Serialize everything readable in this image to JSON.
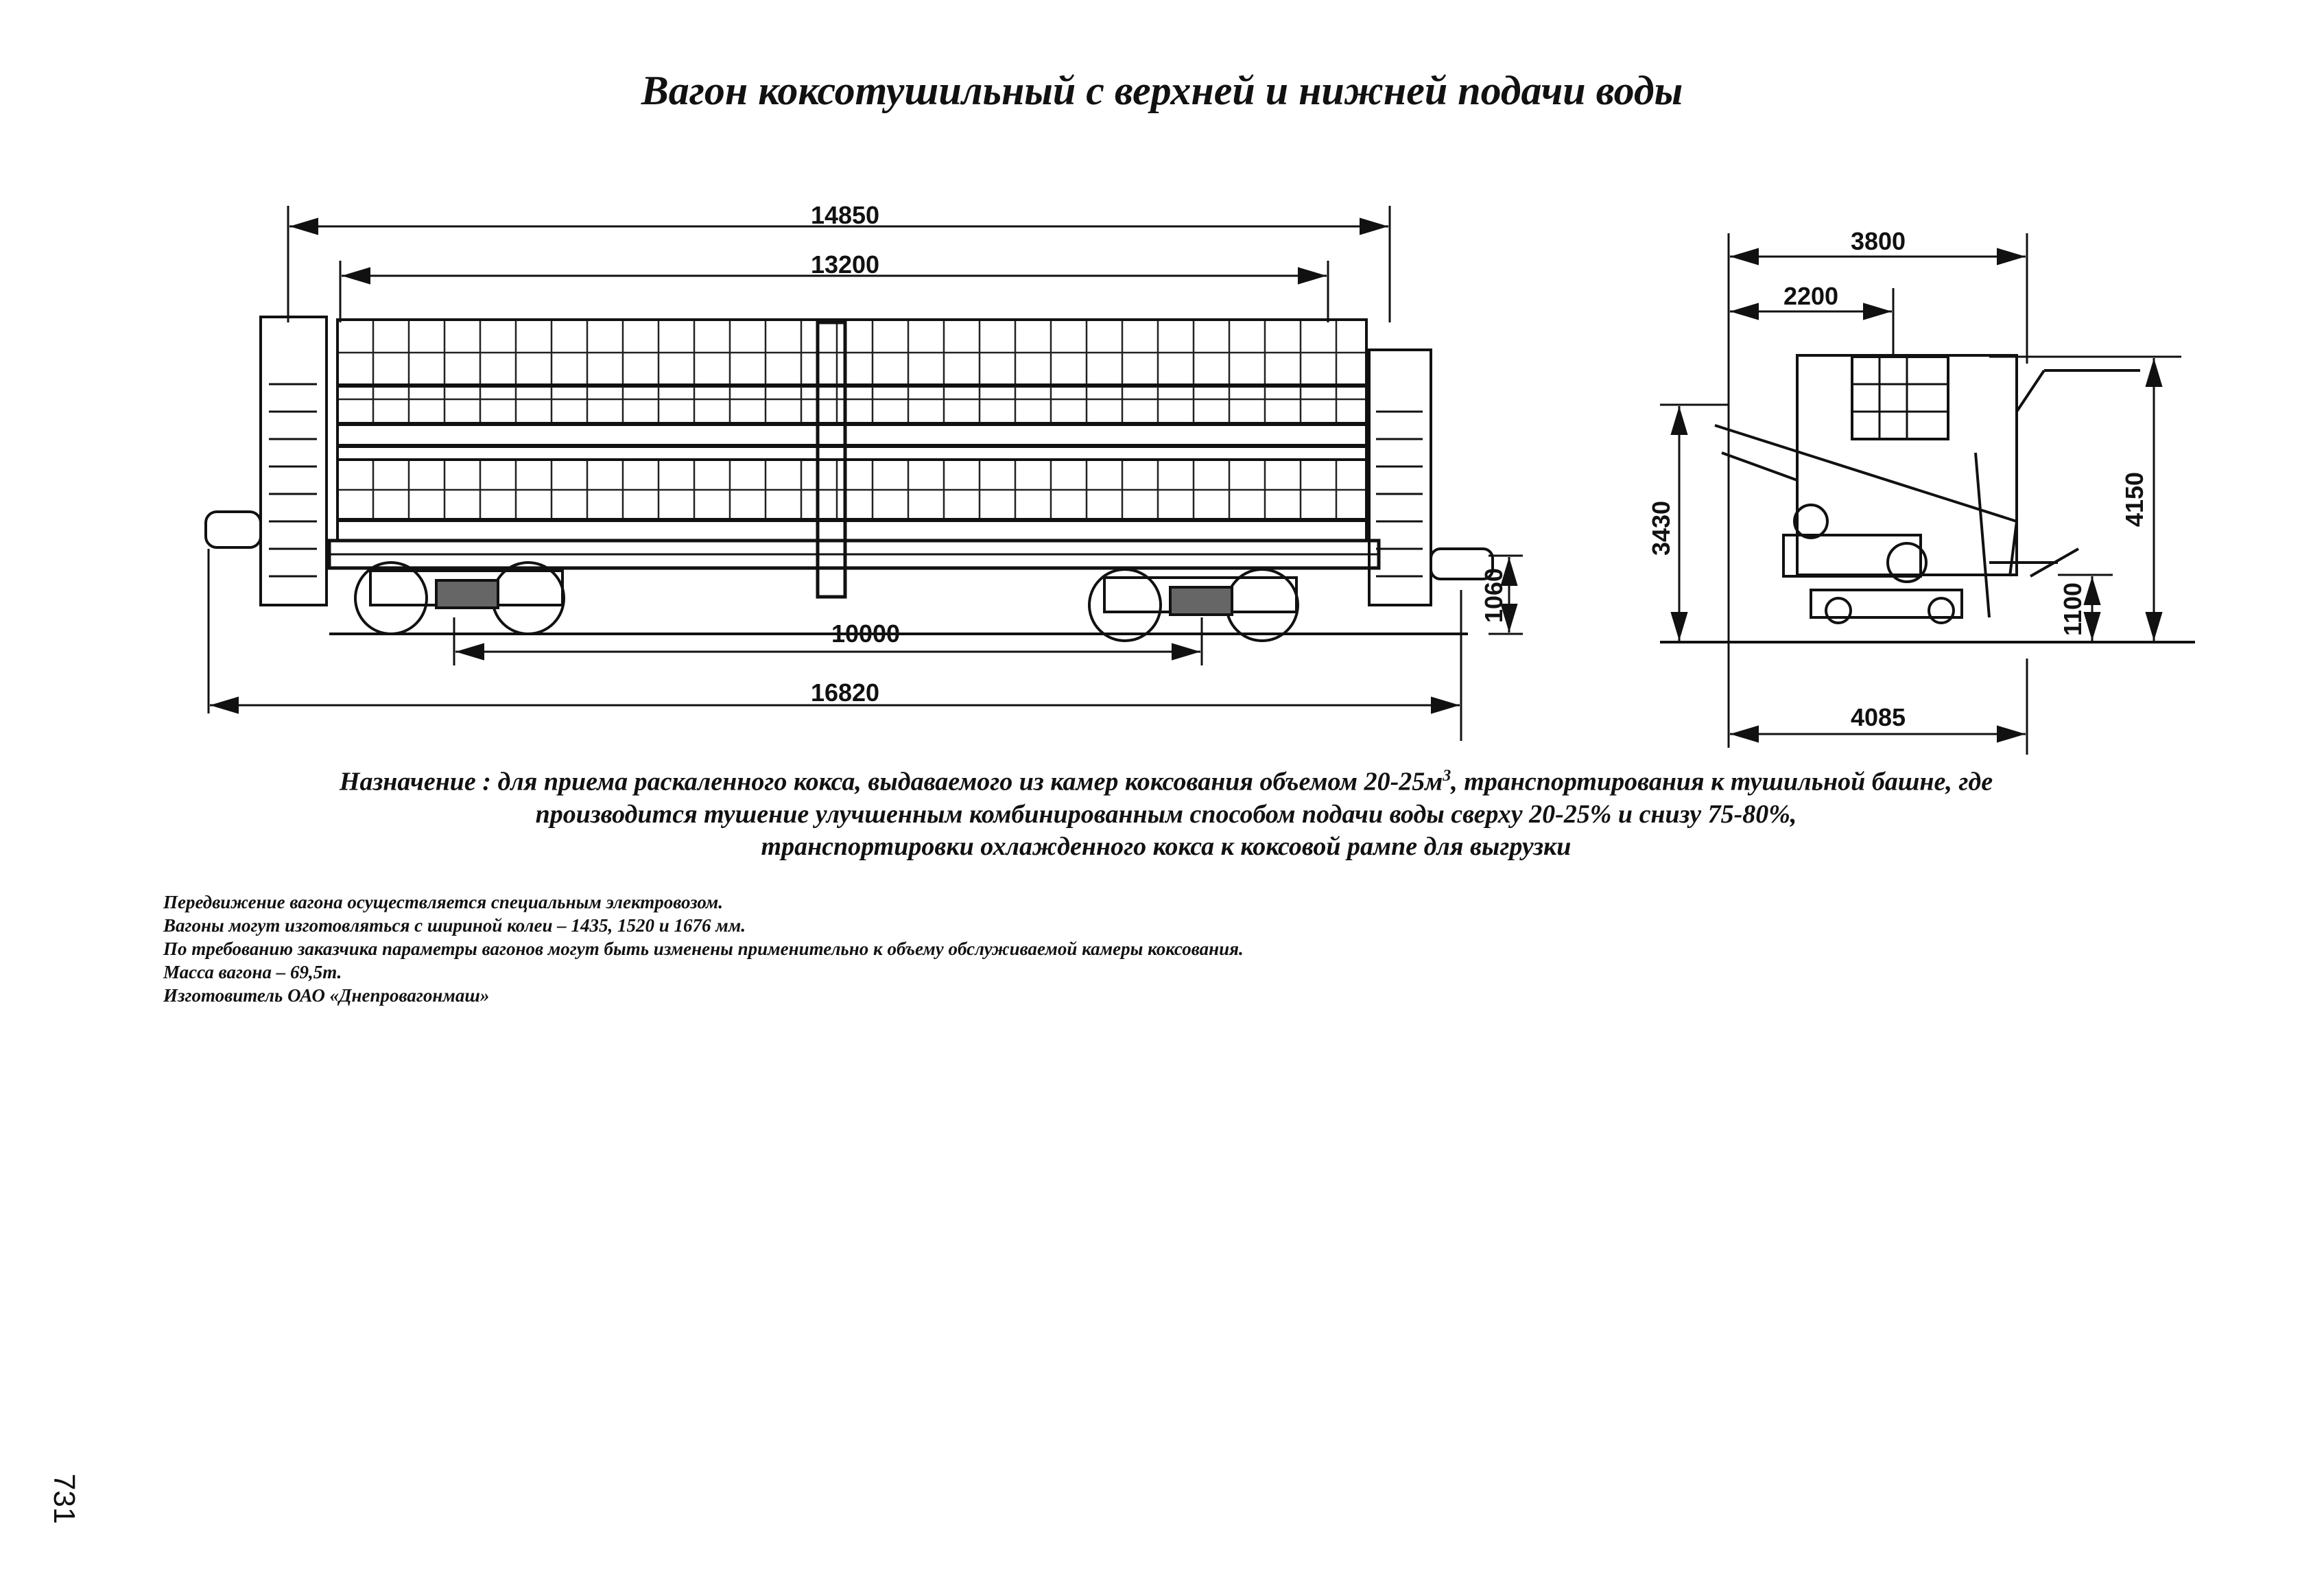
{
  "title": "Вагон коксотушильный с верхней и нижней подачи воды",
  "side_view": {
    "dim_overall_top": "14850",
    "dim_body": "13200",
    "dim_bogie_centers": "10000",
    "dim_over_couplers": "16820",
    "dim_floor_height": "1060"
  },
  "end_view": {
    "dim_width_top": "3800",
    "dim_half_width": "2200",
    "dim_height_side": "3430",
    "dim_total_height": "4150",
    "dim_lower_height": "1100",
    "dim_base_width": "4085"
  },
  "purpose": {
    "line1_a": "Назначение : для приема раскаленного кокса, выдаваемого из камер коксования объемом 20-25м",
    "line1_sup": "3",
    "line1_b": ", транспортирования к тушильной башне, где",
    "line2": "производится тушение улучшенным комбинированным способом подачи воды сверху 20-25% и снизу 75-80%,",
    "line3": "транспортировки охлажденного кокса к коксовой рампе для выгрузки"
  },
  "notes": [
    "Передвижение вагона осуществляется специальным электровозом.",
    "Вагоны могут изготовляться с шириной колеи – 1435, 1520 и 1676 мм.",
    "По требованию заказчика параметры вагонов могут быть изменены применительно к объему обслуживаемой камеры коксования.",
    "Масса вагона – 69,5т.",
    "Изготовитель ОАО «Днепровагонмаш»"
  ],
  "page_number": "731"
}
